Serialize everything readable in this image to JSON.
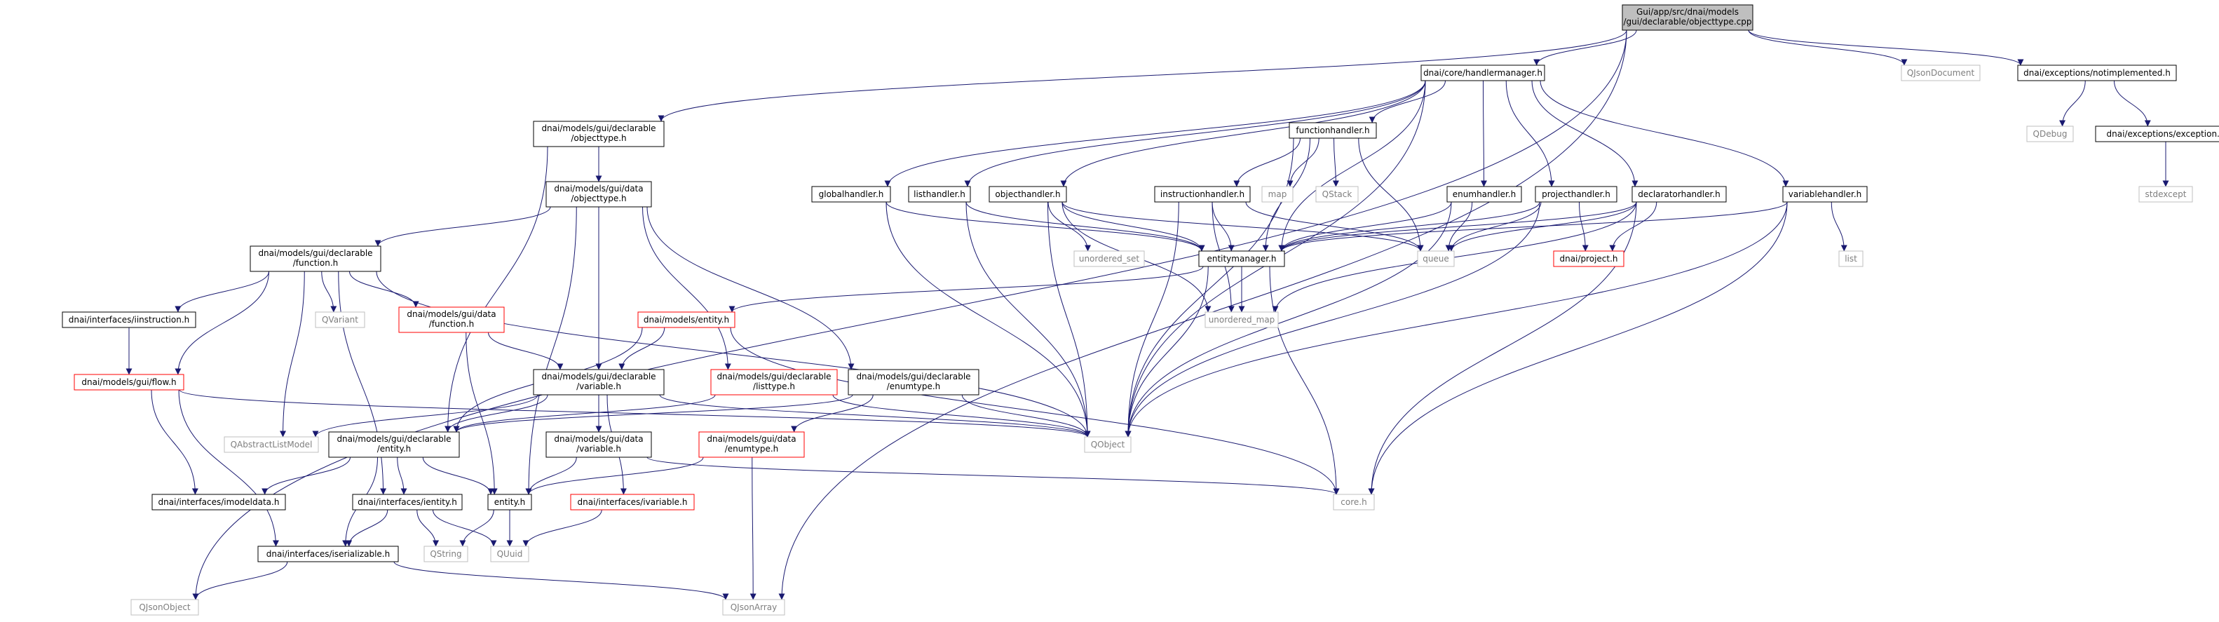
{
  "diagram": {
    "type": "include-dependency-graph",
    "root": "objecttype.cpp",
    "colors": {
      "edge": "#191970",
      "box_normal": "#000000",
      "box_missing": "#ff0000",
      "box_external": "#bfbfbf",
      "root_fill": "#bfbfbf",
      "text": "#000000",
      "text_external": "#7f7f7f"
    },
    "nodes": [
      {
        "id": "objecttype.cpp",
        "lines": [
          "Gui/app/src/dnai/models",
          "/gui/declarable/objecttype.cpp"
        ],
        "style": "root"
      },
      {
        "id": "QJsonObject",
        "lines": [
          "QJsonObject"
        ],
        "style": "external"
      },
      {
        "id": "handlermanager.h",
        "lines": [
          "dnai/core/handlermanager.h"
        ],
        "style": "normal"
      },
      {
        "id": "decl_objecttype.h",
        "lines": [
          "dnai/models/gui/declarable",
          "/objecttype.h"
        ],
        "style": "normal"
      },
      {
        "id": "QJsonArray",
        "lines": [
          "QJsonArray"
        ],
        "style": "external"
      },
      {
        "id": "QJsonDocument",
        "lines": [
          "QJsonDocument"
        ],
        "style": "external"
      },
      {
        "id": "notimplemented.h",
        "lines": [
          "dnai/exceptions/notimplemented.h"
        ],
        "style": "normal"
      },
      {
        "id": "QDebug",
        "lines": [
          "QDebug"
        ],
        "style": "external"
      },
      {
        "id": "exception.h",
        "lines": [
          "dnai/exceptions/exception.h"
        ],
        "style": "normal"
      },
      {
        "id": "stdexcept",
        "lines": [
          "stdexcept"
        ],
        "style": "external"
      },
      {
        "id": "functionhandler.h",
        "lines": [
          "functionhandler.h"
        ],
        "style": "normal"
      },
      {
        "id": "globalhandler.h",
        "lines": [
          "globalhandler.h"
        ],
        "style": "normal"
      },
      {
        "id": "listhandler.h",
        "lines": [
          "listhandler.h"
        ],
        "style": "normal"
      },
      {
        "id": "objecthandler.h",
        "lines": [
          "objecthandler.h"
        ],
        "style": "normal"
      },
      {
        "id": "instructionhandler.h",
        "lines": [
          "instructionhandler.h"
        ],
        "style": "normal"
      },
      {
        "id": "map",
        "lines": [
          "map"
        ],
        "style": "external"
      },
      {
        "id": "QStack",
        "lines": [
          "QStack"
        ],
        "style": "external"
      },
      {
        "id": "enumhandler.h",
        "lines": [
          "enumhandler.h"
        ],
        "style": "normal"
      },
      {
        "id": "projecthandler.h",
        "lines": [
          "projecthandler.h"
        ],
        "style": "normal"
      },
      {
        "id": "declaratorhandler.h",
        "lines": [
          "declaratorhandler.h"
        ],
        "style": "normal"
      },
      {
        "id": "variablehandler.h",
        "lines": [
          "variablehandler.h"
        ],
        "style": "normal"
      },
      {
        "id": "list",
        "lines": [
          "list"
        ],
        "style": "external"
      },
      {
        "id": "data_objecttype.h",
        "lines": [
          "dnai/models/gui/data",
          "/objecttype.h"
        ],
        "style": "normal"
      },
      {
        "id": "unordered_set",
        "lines": [
          "unordered_set"
        ],
        "style": "external"
      },
      {
        "id": "entitymanager.h",
        "lines": [
          "entitymanager.h"
        ],
        "style": "normal"
      },
      {
        "id": "queue",
        "lines": [
          "queue"
        ],
        "style": "external"
      },
      {
        "id": "project.h",
        "lines": [
          "dnai/project.h"
        ],
        "style": "missing"
      },
      {
        "id": "decl_function.h",
        "lines": [
          "dnai/models/gui/declarable",
          "/function.h"
        ],
        "style": "normal"
      },
      {
        "id": "QVariant",
        "lines": [
          "QVariant"
        ],
        "style": "external"
      },
      {
        "id": "data_function.h",
        "lines": [
          "dnai/models/gui/data",
          "/function.h"
        ],
        "style": "missing"
      },
      {
        "id": "models_entity.h",
        "lines": [
          "dnai/models/entity.h"
        ],
        "style": "missing"
      },
      {
        "id": "unordered_map",
        "lines": [
          "unordered_map"
        ],
        "style": "external"
      },
      {
        "id": "iinstruction.h",
        "lines": [
          "dnai/interfaces/iinstruction.h"
        ],
        "style": "normal"
      },
      {
        "id": "flow.h",
        "lines": [
          "dnai/models/gui/flow.h"
        ],
        "style": "missing"
      },
      {
        "id": "decl_variable.h",
        "lines": [
          "dnai/models/gui/declarable",
          "/variable.h"
        ],
        "style": "normal"
      },
      {
        "id": "listtype.h",
        "lines": [
          "dnai/models/gui/declarable",
          "/listtype.h"
        ],
        "style": "missing"
      },
      {
        "id": "enumtype_decl.h",
        "lines": [
          "dnai/models/gui/declarable",
          "/enumtype.h"
        ],
        "style": "normal"
      },
      {
        "id": "QAbstractListModel",
        "lines": [
          "QAbstractListModel"
        ],
        "style": "external"
      },
      {
        "id": "decl_entity.h",
        "lines": [
          "dnai/models/gui/declarable",
          "/entity.h"
        ],
        "style": "normal"
      },
      {
        "id": "data_variable.h",
        "lines": [
          "dnai/models/gui/data",
          "/variable.h"
        ],
        "style": "normal"
      },
      {
        "id": "data_enumtype.h",
        "lines": [
          "dnai/models/gui/data",
          "/enumtype.h"
        ],
        "style": "missing"
      },
      {
        "id": "QObject",
        "lines": [
          "QObject"
        ],
        "style": "external"
      },
      {
        "id": "imodeldata.h",
        "lines": [
          "dnai/interfaces/imodeldata.h"
        ],
        "style": "normal"
      },
      {
        "id": "ientity.h",
        "lines": [
          "dnai/interfaces/ientity.h"
        ],
        "style": "normal"
      },
      {
        "id": "entity.h",
        "lines": [
          "entity.h"
        ],
        "style": "normal"
      },
      {
        "id": "ivariable.h",
        "lines": [
          "dnai/interfaces/ivariable.h"
        ],
        "style": "missing"
      },
      {
        "id": "core.h",
        "lines": [
          "core.h"
        ],
        "style": "external"
      },
      {
        "id": "QString",
        "lines": [
          "QString"
        ],
        "style": "external"
      },
      {
        "id": "QUuid",
        "lines": [
          "QUuid"
        ],
        "style": "external"
      },
      {
        "id": "iserializable.h",
        "lines": [
          "dnai/interfaces/iserializable.h"
        ],
        "style": "normal"
      }
    ],
    "edges": [
      [
        "objecttype.cpp",
        "QJsonObject"
      ],
      [
        "objecttype.cpp",
        "handlermanager.h"
      ],
      [
        "objecttype.cpp",
        "decl_objecttype.h"
      ],
      [
        "objecttype.cpp",
        "QJsonArray"
      ],
      [
        "objecttype.cpp",
        "QJsonDocument"
      ],
      [
        "objecttype.cpp",
        "notimplemented.h"
      ],
      [
        "notimplemented.h",
        "QDebug"
      ],
      [
        "notimplemented.h",
        "exception.h"
      ],
      [
        "exception.h",
        "stdexcept"
      ],
      [
        "handlermanager.h",
        "globalhandler.h"
      ],
      [
        "handlermanager.h",
        "listhandler.h"
      ],
      [
        "handlermanager.h",
        "objecthandler.h"
      ],
      [
        "handlermanager.h",
        "functionhandler.h"
      ],
      [
        "handlermanager.h",
        "enumhandler.h"
      ],
      [
        "handlermanager.h",
        "projecthandler.h"
      ],
      [
        "handlermanager.h",
        "declaratorhandler.h"
      ],
      [
        "handlermanager.h",
        "variablehandler.h"
      ],
      [
        "handlermanager.h",
        "entitymanager.h"
      ],
      [
        "handlermanager.h",
        "QObject"
      ],
      [
        "functionhandler.h",
        "map"
      ],
      [
        "functionhandler.h",
        "QStack"
      ],
      [
        "functionhandler.h",
        "instructionhandler.h"
      ],
      [
        "functionhandler.h",
        "entitymanager.h"
      ],
      [
        "functionhandler.h",
        "queue"
      ],
      [
        "functionhandler.h",
        "QObject"
      ],
      [
        "globalhandler.h",
        "entitymanager.h"
      ],
      [
        "globalhandler.h",
        "QObject"
      ],
      [
        "listhandler.h",
        "entitymanager.h"
      ],
      [
        "listhandler.h",
        "QObject"
      ],
      [
        "objecthandler.h",
        "unordered_set"
      ],
      [
        "objecthandler.h",
        "entitymanager.h"
      ],
      [
        "objecthandler.h",
        "queue"
      ],
      [
        "objecthandler.h",
        "unordered_map"
      ],
      [
        "objecthandler.h",
        "QObject"
      ],
      [
        "instructionhandler.h",
        "entitymanager.h"
      ],
      [
        "instructionhandler.h",
        "queue"
      ],
      [
        "instructionhandler.h",
        "unordered_map"
      ],
      [
        "instructionhandler.h",
        "QObject"
      ],
      [
        "enumhandler.h",
        "entitymanager.h"
      ],
      [
        "enumhandler.h",
        "queue"
      ],
      [
        "enumhandler.h",
        "QObject"
      ],
      [
        "projecthandler.h",
        "entitymanager.h"
      ],
      [
        "projecthandler.h",
        "project.h"
      ],
      [
        "projecthandler.h",
        "queue"
      ],
      [
        "projecthandler.h",
        "QObject"
      ],
      [
        "declaratorhandler.h",
        "entitymanager.h"
      ],
      [
        "declaratorhandler.h",
        "project.h"
      ],
      [
        "declaratorhandler.h",
        "queue"
      ],
      [
        "declaratorhandler.h",
        "unordered_map"
      ],
      [
        "declaratorhandler.h",
        "core.h"
      ],
      [
        "variablehandler.h",
        "entitymanager.h"
      ],
      [
        "variablehandler.h",
        "list"
      ],
      [
        "variablehandler.h",
        "QObject"
      ],
      [
        "variablehandler.h",
        "core.h"
      ],
      [
        "entitymanager.h",
        "models_entity.h"
      ],
      [
        "entitymanager.h",
        "unordered_map"
      ],
      [
        "entitymanager.h",
        "QObject"
      ],
      [
        "entitymanager.h",
        "core.h"
      ],
      [
        "decl_objecttype.h",
        "data_objecttype.h"
      ],
      [
        "decl_objecttype.h",
        "decl_entity.h"
      ],
      [
        "data_objecttype.h",
        "decl_function.h"
      ],
      [
        "data_objecttype.h",
        "decl_variable.h"
      ],
      [
        "data_objecttype.h",
        "listtype.h"
      ],
      [
        "data_objecttype.h",
        "enumtype_decl.h"
      ],
      [
        "data_objecttype.h",
        "entity.h"
      ],
      [
        "decl_function.h",
        "iinstruction.h"
      ],
      [
        "decl_function.h",
        "QVariant"
      ],
      [
        "decl_function.h",
        "data_function.h"
      ],
      [
        "decl_function.h",
        "flow.h"
      ],
      [
        "decl_function.h",
        "QAbstractListModel"
      ],
      [
        "decl_function.h",
        "ientity.h"
      ],
      [
        "decl_function.h",
        "QObject"
      ],
      [
        "iinstruction.h",
        "flow.h"
      ],
      [
        "flow.h",
        "imodeldata.h"
      ],
      [
        "flow.h",
        "QObject"
      ],
      [
        "flow.h",
        "iserializable.h"
      ],
      [
        "data_function.h",
        "decl_variable.h"
      ],
      [
        "data_function.h",
        "entity.h"
      ],
      [
        "models_entity.h",
        "decl_variable.h"
      ],
      [
        "models_entity.h",
        "decl_entity.h"
      ],
      [
        "models_entity.h",
        "core.h"
      ],
      [
        "decl_variable.h",
        "decl_entity.h"
      ],
      [
        "decl_variable.h",
        "data_variable.h"
      ],
      [
        "decl_variable.h",
        "QAbstractListModel"
      ],
      [
        "decl_variable.h",
        "ivariable.h"
      ],
      [
        "decl_variable.h",
        "QObject"
      ],
      [
        "listtype.h",
        "decl_entity.h"
      ],
      [
        "listtype.h",
        "QObject"
      ],
      [
        "enumtype_decl.h",
        "decl_entity.h"
      ],
      [
        "enumtype_decl.h",
        "data_enumtype.h"
      ],
      [
        "enumtype_decl.h",
        "QObject"
      ],
      [
        "decl_entity.h",
        "imodeldata.h"
      ],
      [
        "decl_entity.h",
        "ientity.h"
      ],
      [
        "decl_entity.h",
        "entity.h"
      ],
      [
        "decl_entity.h",
        "iserializable.h"
      ],
      [
        "data_variable.h",
        "entity.h"
      ],
      [
        "data_variable.h",
        "core.h"
      ],
      [
        "data_enumtype.h",
        "entity.h"
      ],
      [
        "data_enumtype.h",
        "QJsonArray"
      ],
      [
        "ientity.h",
        "iserializable.h"
      ],
      [
        "ientity.h",
        "QString"
      ],
      [
        "ientity.h",
        "QUuid"
      ],
      [
        "entity.h",
        "QString"
      ],
      [
        "entity.h",
        "QUuid"
      ],
      [
        "ivariable.h",
        "QUuid"
      ],
      [
        "iserializable.h",
        "QJsonObject"
      ],
      [
        "iserializable.h",
        "QJsonArray"
      ]
    ]
  }
}
